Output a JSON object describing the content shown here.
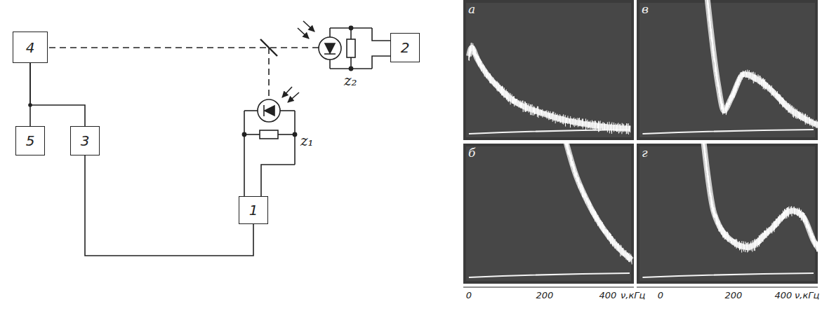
{
  "diagram": {
    "nodes": [
      {
        "text": [
          "4"
        ]
      },
      {
        "text": [
          "2"
        ]
      },
      {
        "text": [
          "5"
        ]
      },
      {
        "text": [
          "3"
        ]
      },
      {
        "text": [
          "1"
        ]
      }
    ],
    "edges": [
      {
        "from": 0,
        "to": 2,
        "arrow": "none"
      },
      {
        "from": 0,
        "to": 3,
        "arrow": "none"
      },
      {
        "from": 3,
        "to": 4,
        "arrow": "none"
      }
    ],
    "labels": [
      "z₁",
      "z₂",
      "а",
      "б",
      "в",
      "г",
      "0",
      "200",
      "400",
      "ν,кГц",
      "0",
      "200",
      "400",
      "ν,кГц"
    ]
  }
}
